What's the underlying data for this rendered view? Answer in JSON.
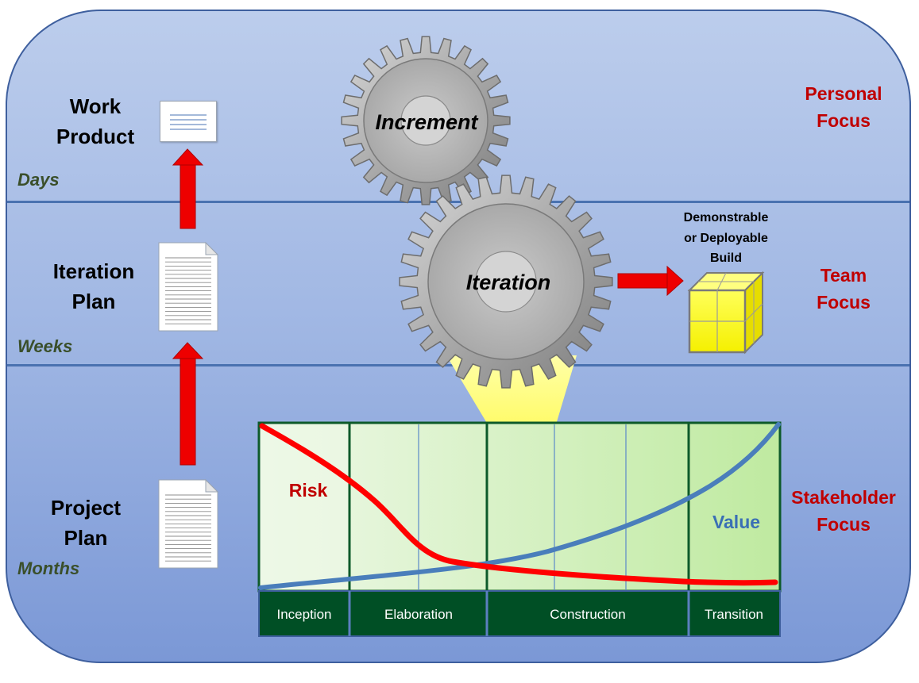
{
  "levels": {
    "work_product": [
      "Work",
      "Product"
    ],
    "iteration_plan": [
      "Iteration",
      "Plan"
    ],
    "project_plan": [
      "Project",
      "Plan"
    ]
  },
  "timescales": {
    "days": "Days",
    "weeks": "Weeks",
    "months": "Months"
  },
  "focus": {
    "personal": [
      "Personal",
      "Focus"
    ],
    "team": [
      "Team",
      "Focus"
    ],
    "stakeholder": [
      "Stakeholder",
      "Focus"
    ]
  },
  "gears": {
    "increment": "Increment",
    "iteration": "Iteration"
  },
  "build": [
    "Demonstrable",
    "or Deployable",
    "Build"
  ],
  "phases": [
    "Inception",
    "Elaboration",
    "Construction",
    "Transition"
  ],
  "curves": {
    "risk": "Risk",
    "value": "Value"
  },
  "colors": {
    "risk": "#ff0000",
    "value": "#4a7ebb",
    "phase_bar": "#004f25",
    "focus_text": "#c00000"
  }
}
